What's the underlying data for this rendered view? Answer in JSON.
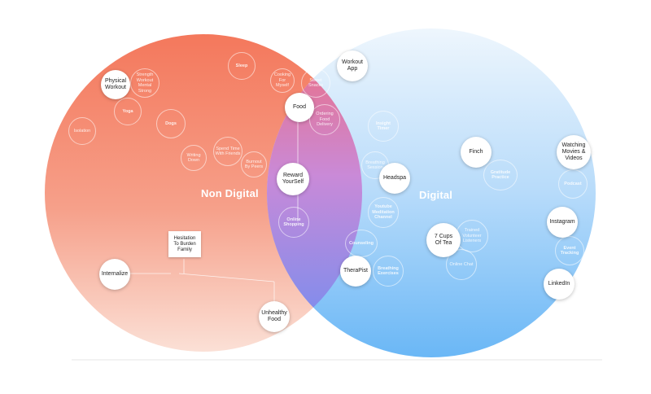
{
  "regions": {
    "left": {
      "label": "Non Digital",
      "color_top": "#f5826a",
      "color_bottom": "#f7c9b8"
    },
    "right": {
      "label": "Digital",
      "color_top": "#dceefc",
      "color_bottom": "#7cc0f7"
    },
    "overlap_color": "#b58fd9"
  },
  "nodes": {
    "physical_workout": "Physical\nWorkout",
    "workout_app": "Workout\nApp",
    "food": "Food",
    "reward_yourself": "Reward\nYourSelf",
    "headspa": "Headspa",
    "finch": "Finch",
    "watching_movies": "Watching\nMovies &\nVideos",
    "instagram": "Instagram",
    "seven_cups": "7 Cups\nOf Tea",
    "therapist": "TheraPist",
    "linkedin": "LinkedIn",
    "internalize": "Internalize",
    "unhealthy_food": "Unhealthy\nFood",
    "hesitation": "Hesitation\nTo Burden\nFamily"
  },
  "secondary": {
    "sleep": "Sleep",
    "yoga": "Yoga",
    "dogs": "Dogs",
    "online_shopping": "Online\nShopping",
    "counseling": "Counseling",
    "breathing_exercises": "Breathing\nExercises",
    "youtube_channel": "Youtube\nMeditation\nChannel",
    "gratitude_practice": "Gratitude\nPractice",
    "podcast": "Podcast",
    "event_tracking": "Event\nTracking",
    "insight_timer": "Insight\nTimer",
    "ordering_food": "Ordering\nFood\nDelivery",
    "sweet_snacks": "Sweet Snacks",
    "cooking": "Cooking For\nMyself",
    "isolation": "Isolation",
    "stress_workout": "Strength\nWorkout\nMental Strong",
    "online_chat": "Online Chat",
    "trained_listeners": "Trained\nVolunteer\nListeners",
    "breathing_session": "Breathing\nSession",
    "writing_down": "Writing\nDown",
    "spend_time": "Spend Time\nWith Friends",
    "burnout": "Burnout\nBy Peers"
  }
}
